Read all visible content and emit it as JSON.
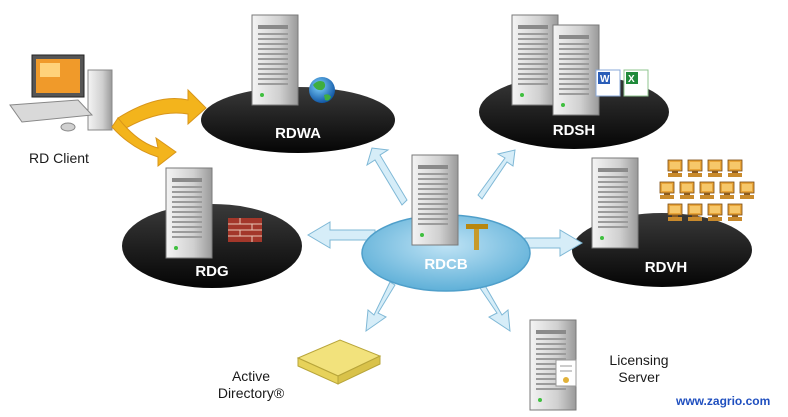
{
  "nodes": {
    "rdwa": {
      "label": "RDWA"
    },
    "rdsh": {
      "label": "RDSH"
    },
    "rdg": {
      "label": "RDG"
    },
    "rdvh": {
      "label": "RDVH"
    },
    "rdcb": {
      "label": "RDCB"
    },
    "rd_client": {
      "label": "RD Client"
    },
    "active_directory": {
      "line1": "Active",
      "line2": "Directory®"
    },
    "licensing_server": {
      "line1": "Licensing",
      "line2": "Server"
    }
  },
  "watermark": "www.zagrio.com",
  "colors": {
    "disc": "#111111",
    "hub": "#8ec9e6",
    "spoke_arrow": "#d5ecf7",
    "client_arrow": "#f2b51d",
    "server": "#d9d9d9"
  }
}
